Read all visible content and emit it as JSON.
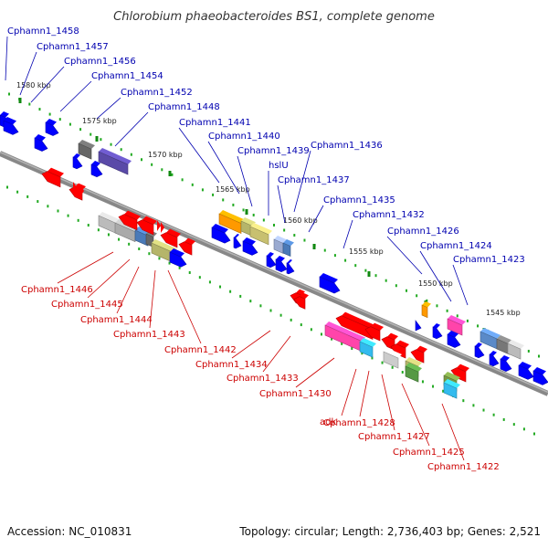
{
  "title": "Chlorobium phaeobacteroides BS1, complete genome",
  "footer": {
    "accession": "Accession: NC_010831",
    "summary": "Topology: circular; Length: 2,736,403 bp; Genes: 2,521"
  },
  "colors": {
    "upper_label": "#0000b0",
    "lower_label": "#cc0000",
    "forward_gene": "#0000ff",
    "reverse_gene": "#ff0000",
    "scale_dots": "#22aa22",
    "backbone": "#888888"
  },
  "scale": {
    "unit": "kbp",
    "ticks": [
      "1580 kbp",
      "1575 kbp",
      "1570 kbp",
      "1565 kbp",
      "1560 kbp",
      "1555 kbp",
      "1550 kbp",
      "1545 kbp"
    ]
  },
  "upper_labels": [
    "Cphamn1_1458",
    "Cphamn1_1457",
    "Cphamn1_1456",
    "Cphamn1_1454",
    "Cphamn1_1452",
    "Cphamn1_1448",
    "Cphamn1_1441",
    "Cphamn1_1440",
    "Cphamn1_1439",
    "hslU",
    "Cphamn1_1437",
    "Cphamn1_1436",
    "Cphamn1_1435",
    "Cphamn1_1432",
    "Cphamn1_1426",
    "Cphamn1_1424",
    "Cphamn1_1423"
  ],
  "lower_labels": [
    "Cphamn1_1446",
    "Cphamn1_1445",
    "Cphamn1_1444",
    "Cphamn1_1443",
    "Cphamn1_1442",
    "Cphamn1_1434",
    "Cphamn1_1433",
    "Cphamn1_1430",
    "adk",
    "Cphamn1_1428",
    "Cphamn1_1427",
    "Cphamn1_1425",
    "Cphamn1_1422"
  ]
}
